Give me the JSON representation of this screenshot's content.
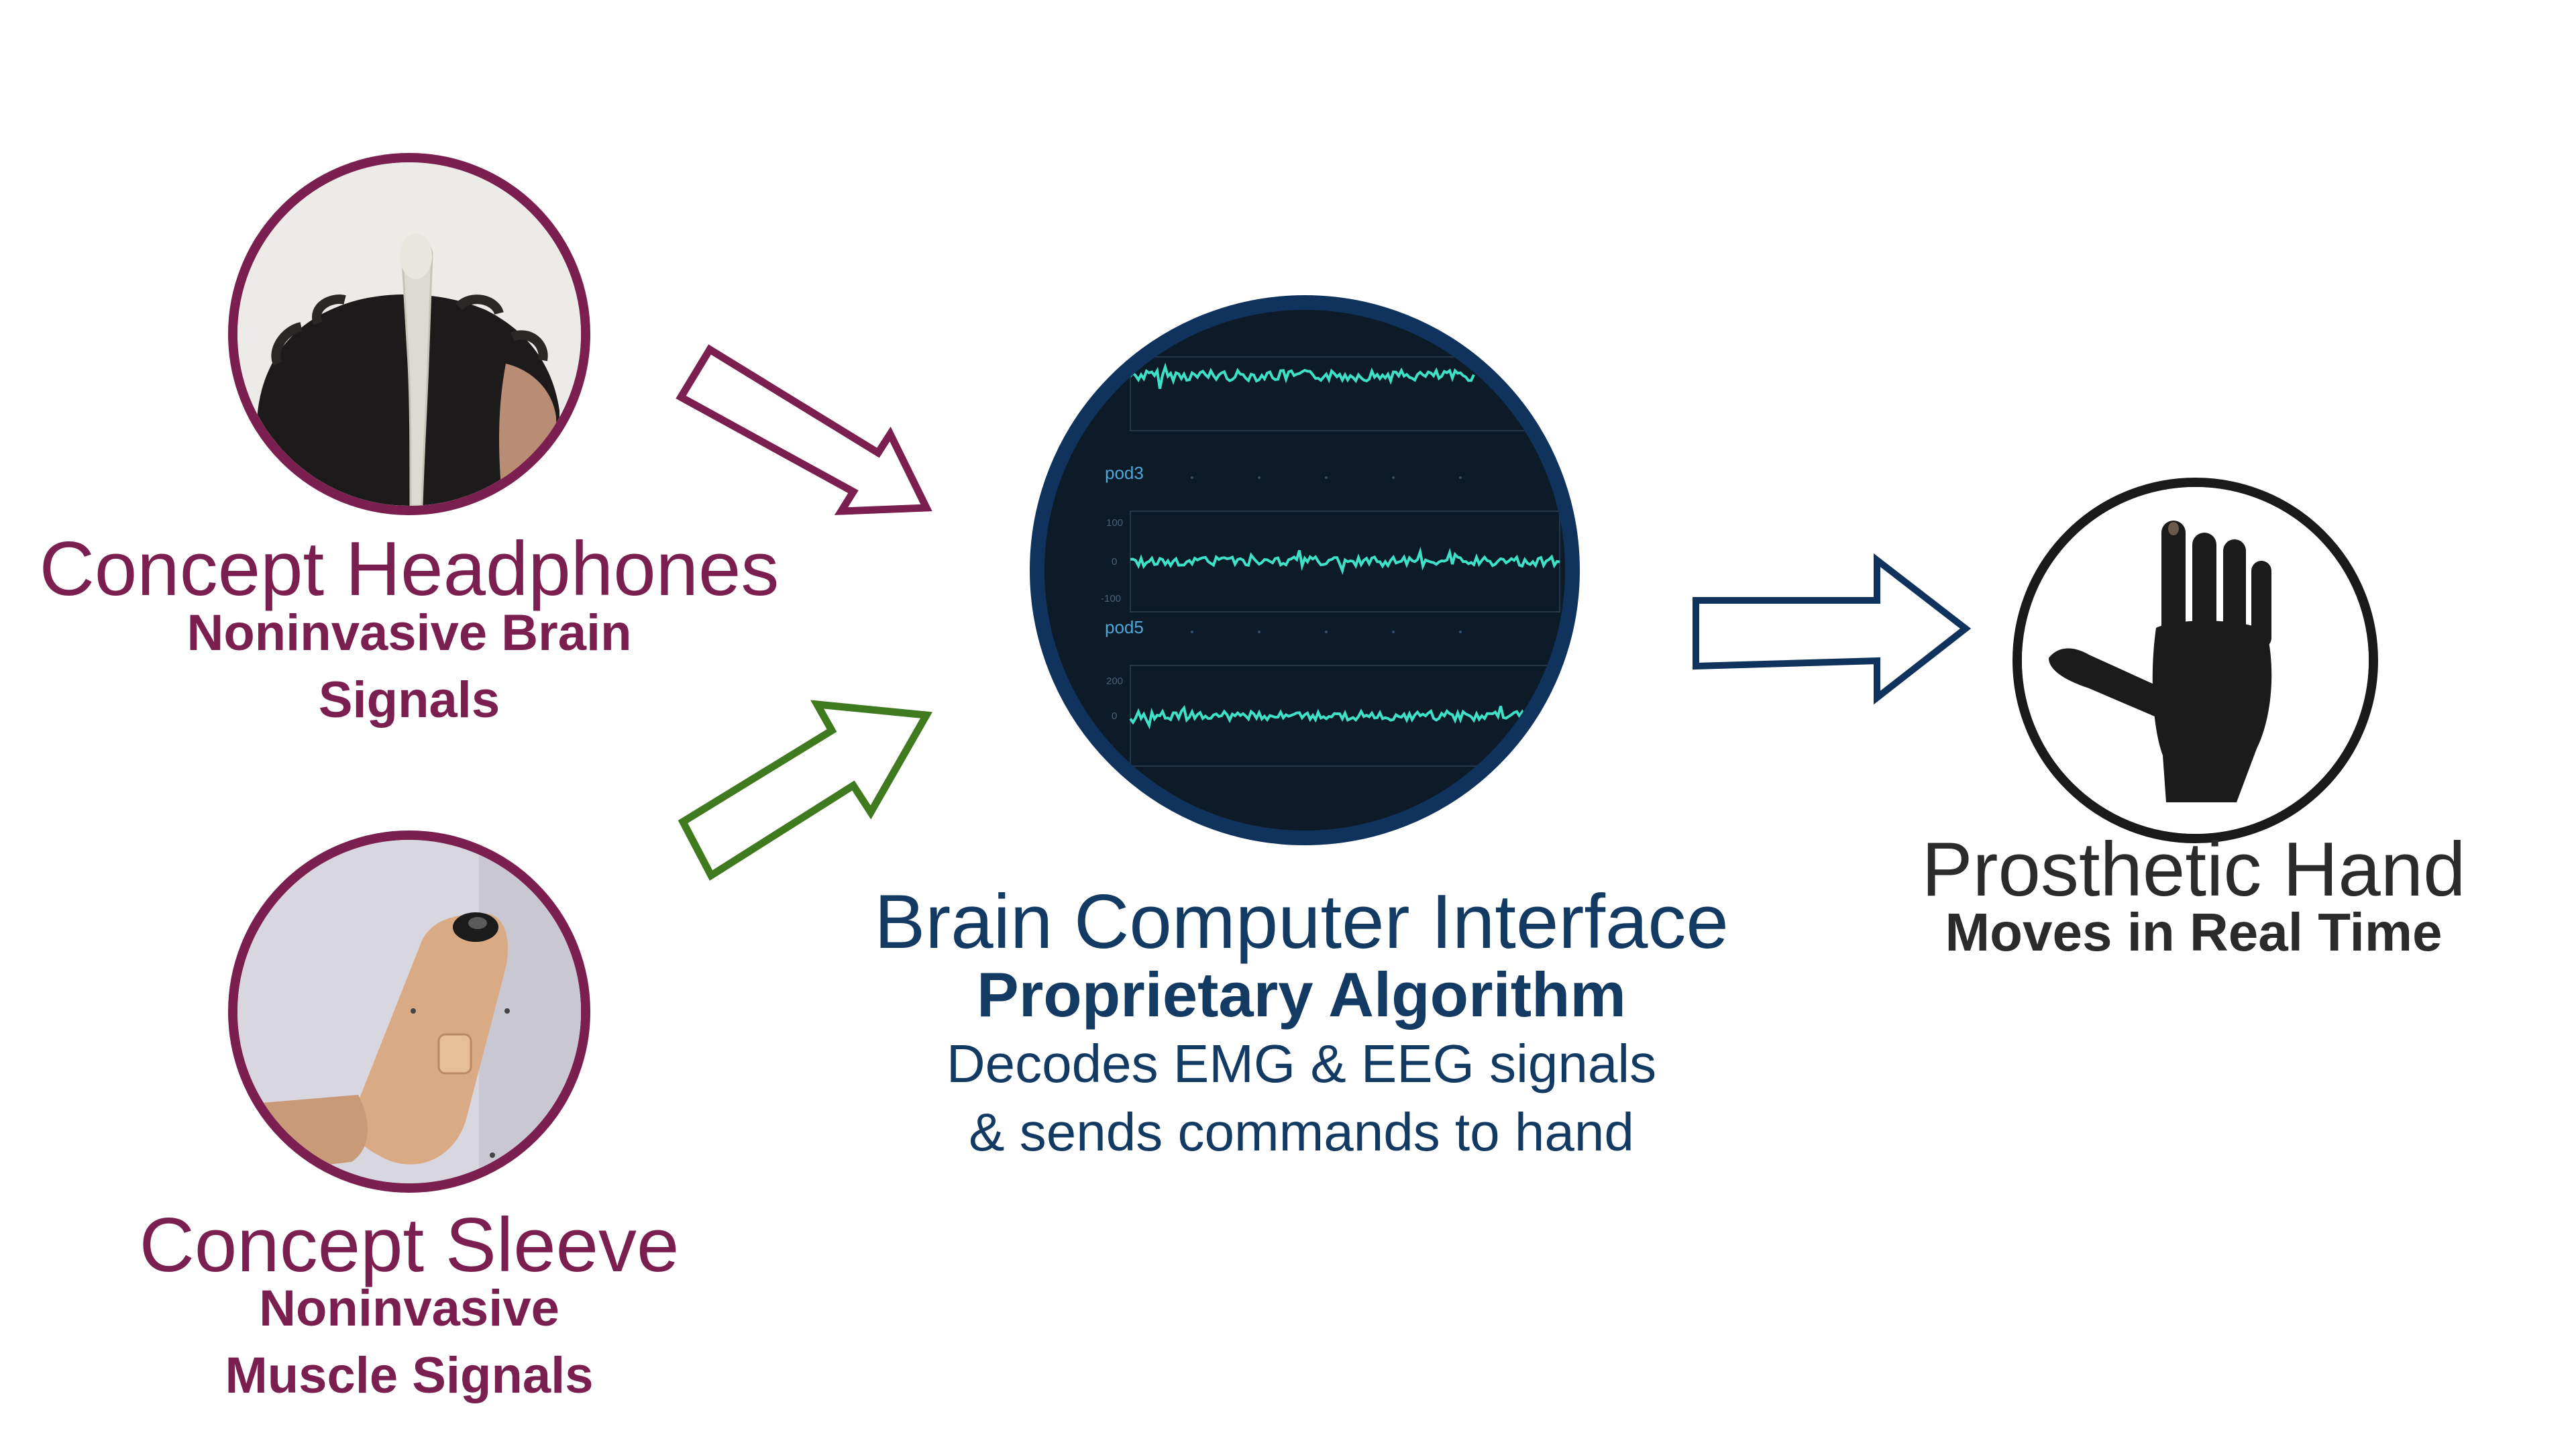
{
  "headphones": {
    "title": "Concept Headphones",
    "subtitle_line1": "Noninvasive Brain",
    "subtitle_line2": "Signals"
  },
  "sleeve": {
    "title": "Concept Sleeve",
    "subtitle_line1": "Noninvasive",
    "subtitle_line2": "Muscle Signals"
  },
  "bci": {
    "title": "Brain Computer Interface",
    "subtitle": "Proprietary Algorithm",
    "desc_line1": "Decodes EMG & EEG signals",
    "desc_line2": "& sends commands to hand",
    "screen": {
      "channel_a": "pod3",
      "channel_b": "pod5",
      "ticks_a": [
        "100",
        "0",
        "-100"
      ],
      "ticks_b": [
        "200",
        "0"
      ]
    }
  },
  "prosthetic": {
    "title": "Prosthetic Hand",
    "subtitle": "Moves in Real Time"
  },
  "colors": {
    "maroon": "#7a1f4f",
    "navy": "#10335d",
    "green": "#3f7a1f",
    "signal": "#3fe0c8",
    "black": "#1a1a1a"
  }
}
